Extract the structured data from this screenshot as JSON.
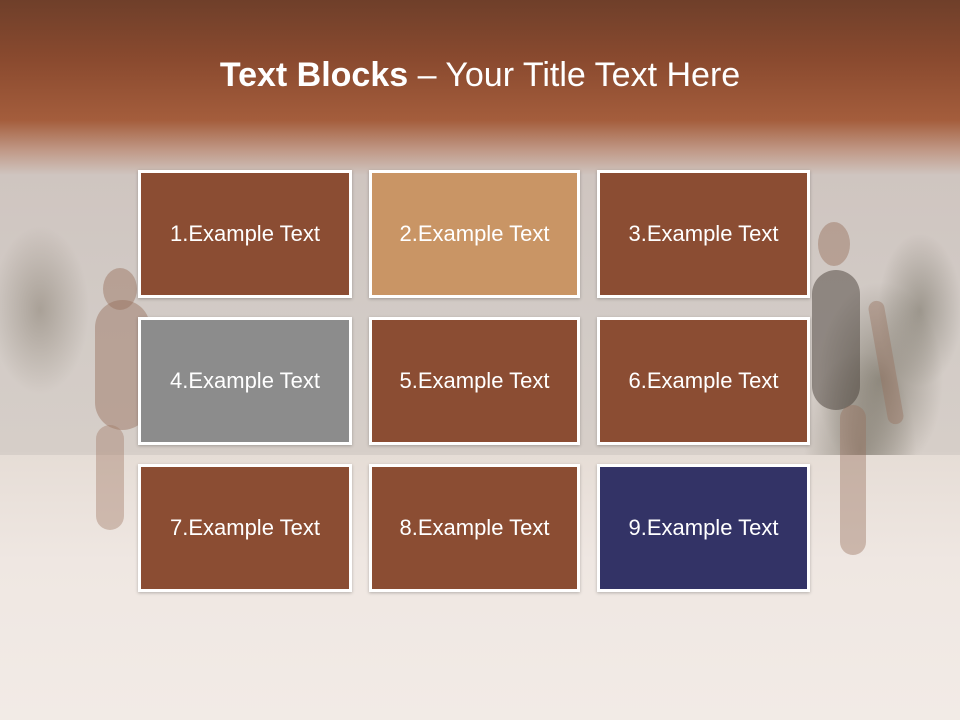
{
  "slide": {
    "title_bold": "Text Blocks",
    "title_separator": " – ",
    "title_rest": "Your Title Text Here"
  },
  "blocks": [
    {
      "label": "1.Example Text",
      "color": "#8b4d33"
    },
    {
      "label": "2.Example Text",
      "color": "#c99565"
    },
    {
      "label": "3.Example Text",
      "color": "#8b4d33"
    },
    {
      "label": "4.Example Text",
      "color": "#8c8c8c"
    },
    {
      "label": "5.Example Text",
      "color": "#8b4d33"
    },
    {
      "label": "6.Example Text",
      "color": "#8b4d33"
    },
    {
      "label": "7.Example Text",
      "color": "#8b4d33"
    },
    {
      "label": "8.Example Text",
      "color": "#8b4d33"
    },
    {
      "label": "9.Example Text",
      "color": "#333366"
    }
  ],
  "colors": {
    "header_brown": "#8a4a2f",
    "block_brown": "#8b4d33",
    "block_tan": "#c99565",
    "block_gray": "#8c8c8c",
    "block_navy": "#333366"
  }
}
